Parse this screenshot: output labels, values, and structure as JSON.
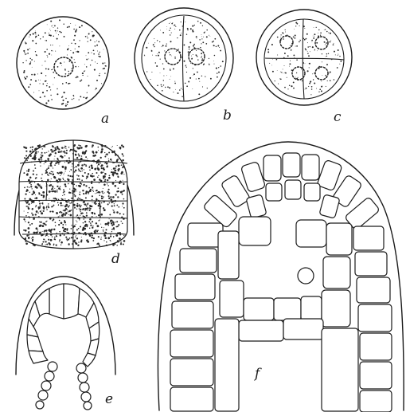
{
  "figure": {
    "labels": {
      "a": "a",
      "b": "b",
      "c": "c",
      "d": "d",
      "e": "e",
      "f": "f"
    }
  }
}
